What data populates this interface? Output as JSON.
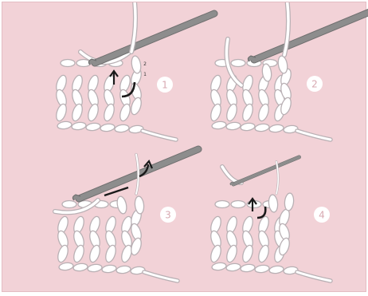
{
  "colors": {
    "background": "#f2d2d7",
    "yarn_fill": "#ffffff",
    "yarn_stroke": "#b9b0b4",
    "hook_fill": "#8d8d8d",
    "hook_stroke": "#6f6f6f",
    "arrow": "#1a1a1a",
    "badge_text": "#d8a9b1"
  },
  "steps": [
    {
      "number": "1",
      "yarn_over_labels": [
        "2",
        "1"
      ]
    },
    {
      "number": "2"
    },
    {
      "number": "3"
    },
    {
      "number": "4"
    }
  ]
}
